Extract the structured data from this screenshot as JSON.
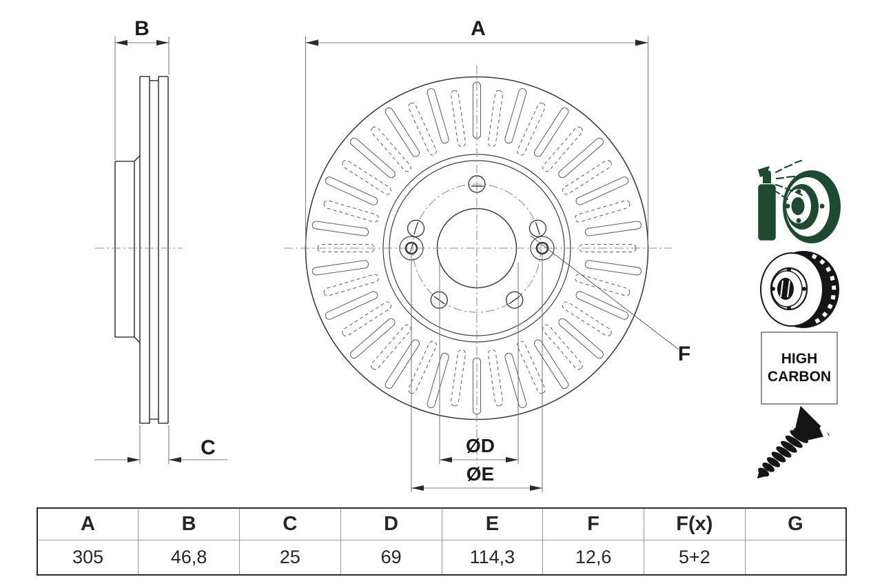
{
  "drawing": {
    "labels": {
      "a": "A",
      "b": "B",
      "c": "C",
      "d": "ØD",
      "e": "ØE",
      "f": "F"
    }
  },
  "badge": {
    "line1": "HIGH",
    "line2": "CARBON"
  },
  "icons": {
    "spray": "coated-disc-spray-icon",
    "disc": "vented-disc-icon",
    "high_carbon": "high-carbon-badge",
    "screw": "countersunk-screw-icon"
  },
  "colors": {
    "icon_green": "#1d4a31",
    "icon_black": "#151515",
    "part_line": "#3d3d3d",
    "dim_line": "#7d7d7d"
  },
  "table": {
    "headers": [
      "A",
      "B",
      "C",
      "D",
      "E",
      "F",
      "F(x)",
      "G"
    ],
    "values": [
      "305",
      "46,8",
      "25",
      "69",
      "114,3",
      "12,6",
      "5+2",
      ""
    ]
  }
}
